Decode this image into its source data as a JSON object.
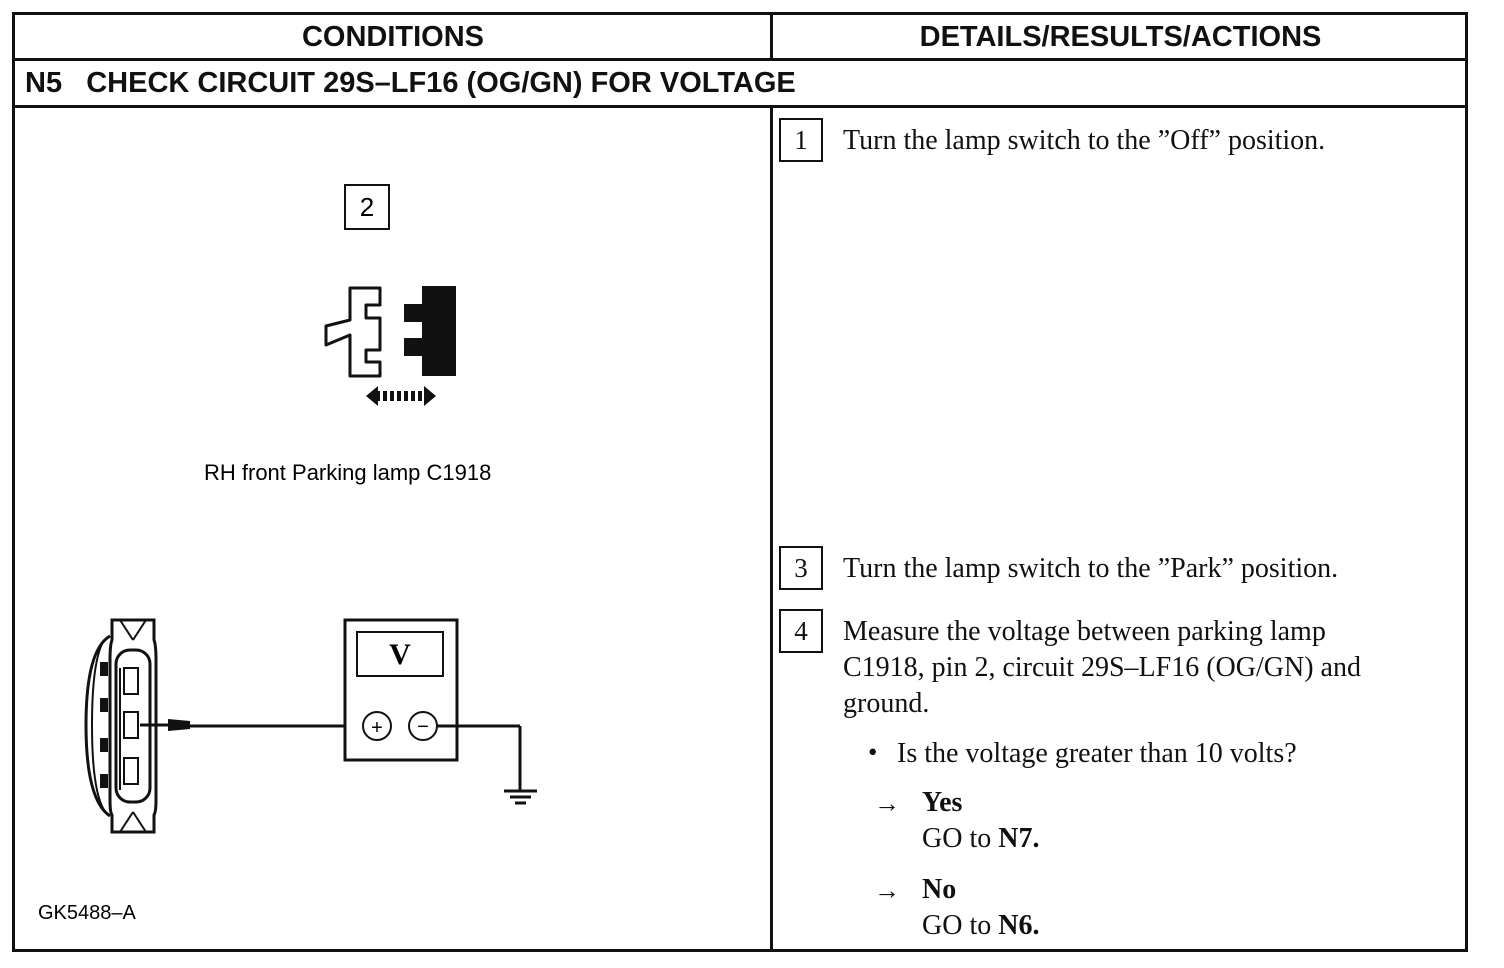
{
  "header": {
    "left": "CONDITIONS",
    "right": "DETAILS/RESULTS/ACTIONS"
  },
  "step_title": "N5   CHECK CIRCUIT 29S–LF16 (OG/GN) FOR VOLTAGE",
  "conditions": {
    "step2_number": "2",
    "connector_caption": "RH front Parking lamp C1918",
    "meter_symbol": "V",
    "meter_plus": "+",
    "meter_minus": "−",
    "figure_id": "GK5488–A"
  },
  "actions": {
    "step1": {
      "number": "1",
      "text": "Turn the lamp switch to the ”Off” position."
    },
    "step3": {
      "number": "3",
      "text": "Turn the lamp switch to the ”Park” position."
    },
    "step4": {
      "number": "4",
      "line1": "Measure the voltage between parking lamp",
      "line2": "C1918, pin 2, circuit 29S–LF16 (OG/GN) and",
      "line3": "ground.",
      "question": "Is the voltage greater than 10 volts?",
      "results": [
        {
          "answer": "Yes",
          "goto_prefix": "GO to ",
          "goto_target": "N7."
        },
        {
          "answer": "No",
          "goto_prefix": "GO to ",
          "goto_target": "N6."
        }
      ]
    }
  }
}
